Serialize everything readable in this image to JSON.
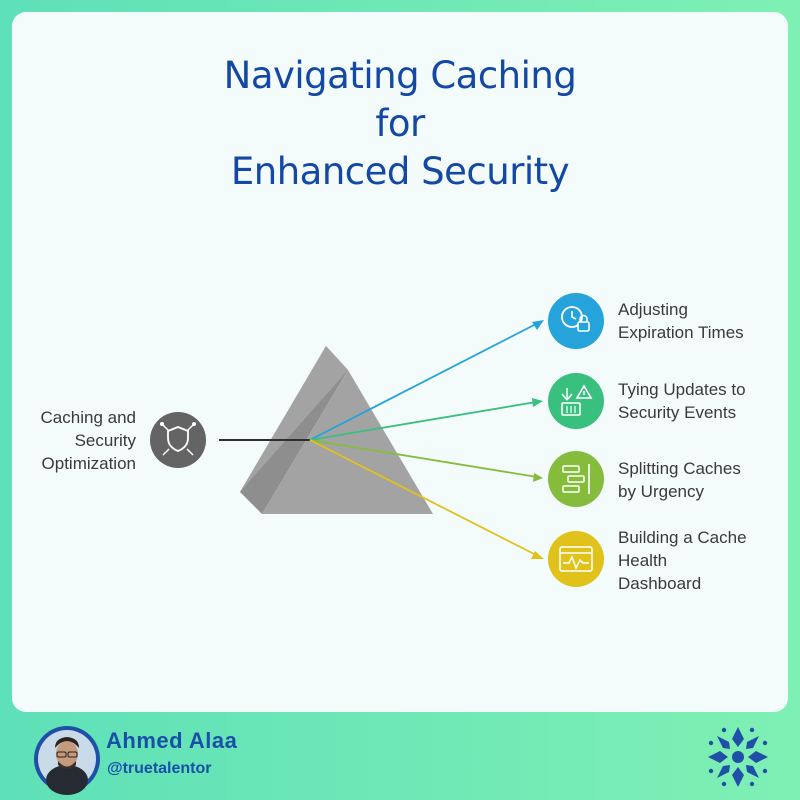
{
  "title": {
    "line1": "Navigating Caching",
    "line2": "for",
    "line3": "Enhanced Security"
  },
  "source": {
    "label_line1": "Caching and",
    "label_line2": "Security",
    "label_line3": "Optimization",
    "icon": "shield-arrows-icon"
  },
  "outputs": [
    {
      "line1": "Adjusting",
      "line2": "Expiration Times",
      "line3": "",
      "icon": "clock-lock-icon",
      "color": "#26a3da"
    },
    {
      "line1": "Tying Updates to",
      "line2": "Security Events",
      "line3": "",
      "icon": "alert-update-icon",
      "color": "#39c07f"
    },
    {
      "line1": "Splitting Caches",
      "line2": "by Urgency",
      "line3": "",
      "icon": "split-list-icon",
      "color": "#86bc3c"
    },
    {
      "line1": "Building a Cache",
      "line2": "Health",
      "line3": "Dashboard",
      "icon": "dashboard-pulse-icon",
      "color": "#e0c21a"
    }
  ],
  "footer": {
    "name": "Ahmed Alaa",
    "handle": "@truetalentor",
    "logo": "snowflake-logo"
  },
  "colors": {
    "title": "#1348a4",
    "prism": "#a3a3a3",
    "source_circle": "#646464",
    "footer_text": "#1a4fa8"
  }
}
